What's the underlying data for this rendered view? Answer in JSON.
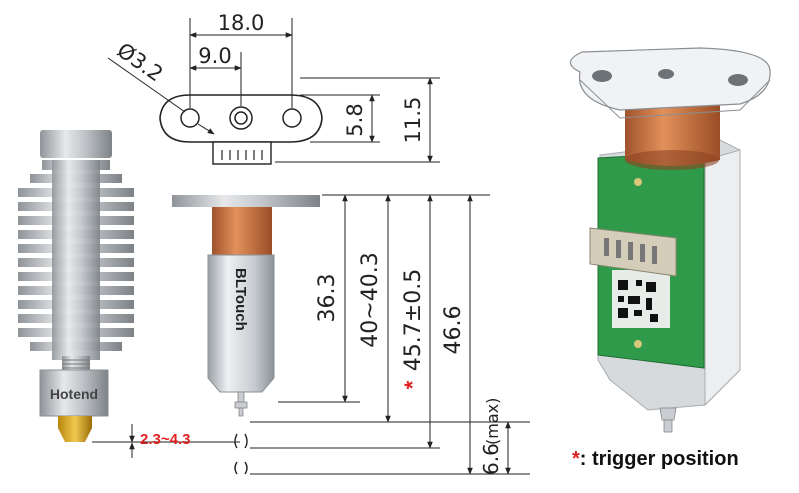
{
  "top_view": {
    "width": "18.0",
    "half_width": "9.0",
    "hole_diameter": "Ø3.2",
    "inner_height": "5.8",
    "outer_height": "11.5"
  },
  "side_view": {
    "body_text": "BLTouch",
    "dim_body": "36.3",
    "dim_range": "40~40.3",
    "dim_trigger_mark": "*",
    "dim_trigger": "45.7±0.5",
    "dim_total": "46.6",
    "dim_pin": "6.6",
    "dim_pin_suffix": "(max)"
  },
  "hotend": {
    "label": "Hotend",
    "offset": "2.3~4.3"
  },
  "legend": {
    "star": "*",
    "text": ": trigger position"
  },
  "colors": {
    "accent_red": "#e02020",
    "copper": "#c8703a",
    "pcb_green": "#2e9a4a",
    "metal": "#c9ccd0"
  }
}
